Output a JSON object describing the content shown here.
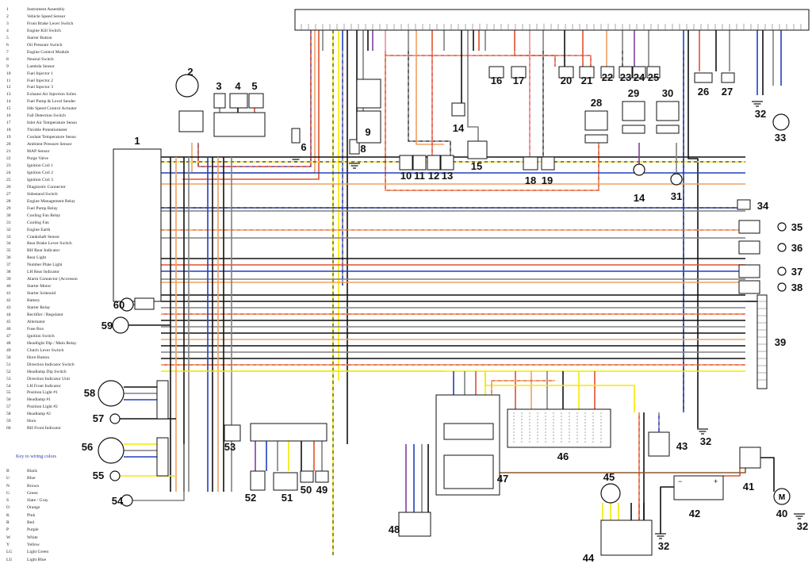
{
  "legend": {
    "items": [
      {
        "num": "1",
        "name": "Instrument Assembly"
      },
      {
        "num": "2",
        "name": "Vehicle Speed Sensor"
      },
      {
        "num": "3",
        "name": "Front Brake Lever Switch"
      },
      {
        "num": "4",
        "name": "Engine Kill Switch"
      },
      {
        "num": "5",
        "name": "Starter Button"
      },
      {
        "num": "6",
        "name": "Oil Pressure Switch"
      },
      {
        "num": "7",
        "name": "Engine Control Module"
      },
      {
        "num": "8",
        "name": "Neutral Switch"
      },
      {
        "num": "9",
        "name": "Lambda Sensor"
      },
      {
        "num": "10",
        "name": "Fuel Injector 1"
      },
      {
        "num": "11",
        "name": "Fuel Injector 2"
      },
      {
        "num": "12",
        "name": "Fuel Injector 3"
      },
      {
        "num": "13",
        "name": "Exhaust Air Injection Solen"
      },
      {
        "num": "14",
        "name": "Fuel Pump & Level Sender"
      },
      {
        "num": "15",
        "name": "Idle Speed Control Actuator"
      },
      {
        "num": "16",
        "name": "Fall Detection Switch"
      },
      {
        "num": "17",
        "name": "Inlet Air Temperature Senso"
      },
      {
        "num": "18",
        "name": "Throttle Potentiometer"
      },
      {
        "num": "19",
        "name": "Coolant Temperature Senso"
      },
      {
        "num": "20",
        "name": "Ambient Pressure Sensor"
      },
      {
        "num": "21",
        "name": "MAP Sensor"
      },
      {
        "num": "22",
        "name": "Purge Valve"
      },
      {
        "num": "23",
        "name": "Ignition Coil 1"
      },
      {
        "num": "24",
        "name": "Ignition Coil 2"
      },
      {
        "num": "25",
        "name": "Ignition Coil 3"
      },
      {
        "num": "26",
        "name": "Diagnostic Connector"
      },
      {
        "num": "27",
        "name": "Sidestand Switch"
      },
      {
        "num": "28",
        "name": "Engine Management Relay"
      },
      {
        "num": "29",
        "name": "Fuel Pump Relay"
      },
      {
        "num": "30",
        "name": "Cooling Fan Relay"
      },
      {
        "num": "31",
        "name": "Cooling Fan"
      },
      {
        "num": "32",
        "name": "Engine Earth"
      },
      {
        "num": "33",
        "name": "Crankshaft Sensor"
      },
      {
        "num": "34",
        "name": "Rear Brake Lever Switch"
      },
      {
        "num": "35",
        "name": "RH Rear Indicator"
      },
      {
        "num": "36",
        "name": "Rear Light"
      },
      {
        "num": "37",
        "name": "Number Plate Light"
      },
      {
        "num": "38",
        "name": "LH Rear Indicator"
      },
      {
        "num": "39",
        "name": "Alarm Connector (Accesson"
      },
      {
        "num": "40",
        "name": "Starter Motor"
      },
      {
        "num": "41",
        "name": "Starter Solenoid"
      },
      {
        "num": "42",
        "name": "Battery"
      },
      {
        "num": "43",
        "name": "Starter Relay"
      },
      {
        "num": "44",
        "name": "Rectifier / Regulator"
      },
      {
        "num": "45",
        "name": "Alternator"
      },
      {
        "num": "46",
        "name": "Fuse Box"
      },
      {
        "num": "47",
        "name": "Ignition Switch"
      },
      {
        "num": "48",
        "name": "Headlight Dip / Main Relay"
      },
      {
        "num": "49",
        "name": "Clutch Lever Switch"
      },
      {
        "num": "50",
        "name": "Horn Button"
      },
      {
        "num": "51",
        "name": "Direction Indicator Switch"
      },
      {
        "num": "52",
        "name": "Headlamp Dip Switch"
      },
      {
        "num": "53",
        "name": "Direction Indicator Unit"
      },
      {
        "num": "54",
        "name": "LH Front Indicator"
      },
      {
        "num": "55",
        "name": "Position Light #1"
      },
      {
        "num": "56",
        "name": "Headlamp #1"
      },
      {
        "num": "57",
        "name": "Position Light #2"
      },
      {
        "num": "58",
        "name": "Headlamp #2"
      },
      {
        "num": "59",
        "name": "Horn"
      },
      {
        "num": "60",
        "name": "RH Front Indicator"
      }
    ]
  },
  "wiring_key": {
    "title": "Key to wiring colors",
    "colors": [
      {
        "code": "B",
        "name": "Black"
      },
      {
        "code": "U",
        "name": "Blue"
      },
      {
        "code": "N",
        "name": "Brown"
      },
      {
        "code": "G",
        "name": "Green"
      },
      {
        "code": "S",
        "name": "Slate / Gray"
      },
      {
        "code": "O",
        "name": "Orange"
      },
      {
        "code": "K",
        "name": "Pink"
      },
      {
        "code": "R",
        "name": "Red"
      },
      {
        "code": "P",
        "name": "Purple"
      },
      {
        "code": "W",
        "name": "White"
      },
      {
        "code": "Y",
        "name": "Yellow"
      },
      {
        "code": "LG",
        "name": "Light Green"
      },
      {
        "code": "LU",
        "name": "Light Blue"
      }
    ]
  },
  "diagram": {
    "components": [
      {
        "id": "1",
        "label": "1"
      },
      {
        "id": "2",
        "label": "2"
      },
      {
        "id": "3",
        "label": "3"
      },
      {
        "id": "4",
        "label": "4"
      },
      {
        "id": "5",
        "label": "5"
      },
      {
        "id": "6",
        "label": "6"
      },
      {
        "id": "8",
        "label": "8"
      },
      {
        "id": "9",
        "label": "9"
      },
      {
        "id": "10",
        "label": "10"
      },
      {
        "id": "11",
        "label": "11"
      },
      {
        "id": "12",
        "label": "12"
      },
      {
        "id": "13",
        "label": "13"
      },
      {
        "id": "14a",
        "label": "14"
      },
      {
        "id": "14b",
        "label": "14"
      },
      {
        "id": "15",
        "label": "15"
      },
      {
        "id": "16",
        "label": "16"
      },
      {
        "id": "17",
        "label": "17"
      },
      {
        "id": "18",
        "label": "18"
      },
      {
        "id": "19",
        "label": "19"
      },
      {
        "id": "20",
        "label": "20"
      },
      {
        "id": "21",
        "label": "21"
      },
      {
        "id": "22",
        "label": "22"
      },
      {
        "id": "23",
        "label": "23"
      },
      {
        "id": "24",
        "label": "24"
      },
      {
        "id": "25",
        "label": "25"
      },
      {
        "id": "26",
        "label": "26"
      },
      {
        "id": "27",
        "label": "27"
      },
      {
        "id": "28",
        "label": "28"
      },
      {
        "id": "29",
        "label": "29"
      },
      {
        "id": "30",
        "label": "30"
      },
      {
        "id": "31",
        "label": "31"
      },
      {
        "id": "32a",
        "label": "32"
      },
      {
        "id": "32b",
        "label": "32"
      },
      {
        "id": "32c",
        "label": "32"
      },
      {
        "id": "32d",
        "label": "32"
      },
      {
        "id": "33",
        "label": "33"
      },
      {
        "id": "34",
        "label": "34"
      },
      {
        "id": "35",
        "label": "35"
      },
      {
        "id": "36",
        "label": "36"
      },
      {
        "id": "37",
        "label": "37"
      },
      {
        "id": "38",
        "label": "38"
      },
      {
        "id": "39",
        "label": "39"
      },
      {
        "id": "40",
        "label": "40"
      },
      {
        "id": "41",
        "label": "41"
      },
      {
        "id": "42",
        "label": "42"
      },
      {
        "id": "43",
        "label": "43"
      },
      {
        "id": "44",
        "label": "44"
      },
      {
        "id": "45",
        "label": "45"
      },
      {
        "id": "46",
        "label": "46"
      },
      {
        "id": "47",
        "label": "47"
      },
      {
        "id": "48",
        "label": "48"
      },
      {
        "id": "49",
        "label": "49"
      },
      {
        "id": "50",
        "label": "50"
      },
      {
        "id": "51",
        "label": "51"
      },
      {
        "id": "52",
        "label": "52"
      },
      {
        "id": "53",
        "label": "53"
      },
      {
        "id": "54",
        "label": "54"
      },
      {
        "id": "55",
        "label": "55"
      },
      {
        "id": "56",
        "label": "56"
      },
      {
        "id": "57",
        "label": "57"
      },
      {
        "id": "58",
        "label": "58"
      },
      {
        "id": "59",
        "label": "59"
      },
      {
        "id": "60",
        "label": "60"
      }
    ],
    "motor_symbol": "M",
    "battery_plus": "+",
    "battery_minus": "−",
    "wire_colors": {
      "black": "#111111",
      "red": "#e05030",
      "orange": "#f0a060",
      "yellow": "#f5e800",
      "blue": "#2040c0",
      "pink": "#f08aa0",
      "green": "#10a030",
      "gray": "#808080",
      "purple": "#8040a0",
      "brown": "#8a5a30",
      "lightgreen": "#70d070"
    }
  }
}
